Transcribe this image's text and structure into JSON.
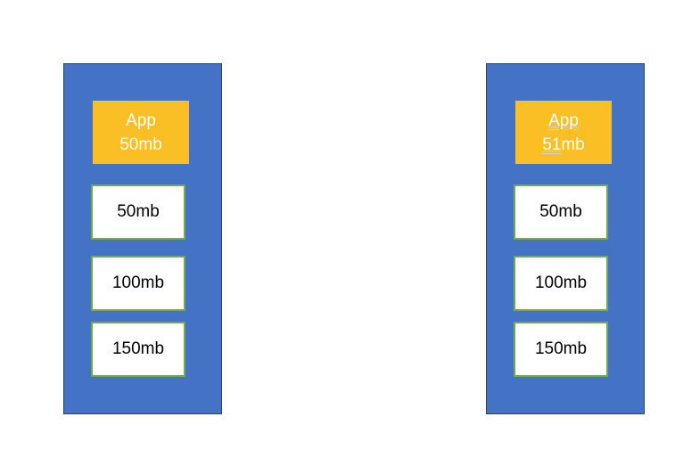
{
  "devices": [
    {
      "app": {
        "line1": "App",
        "line2": "50mb"
      },
      "memory_blocks": [
        "50mb",
        "100mb",
        "150mb"
      ]
    },
    {
      "app": {
        "line1": "App",
        "line2_prefix": "51",
        "line2_suffix": "mb"
      },
      "memory_blocks": [
        "50mb",
        "100mb",
        "150mb"
      ]
    }
  ],
  "colors": {
    "device": "#4472c4",
    "app_block": "#fbbf26",
    "memory_block_border": "#70ad47"
  }
}
